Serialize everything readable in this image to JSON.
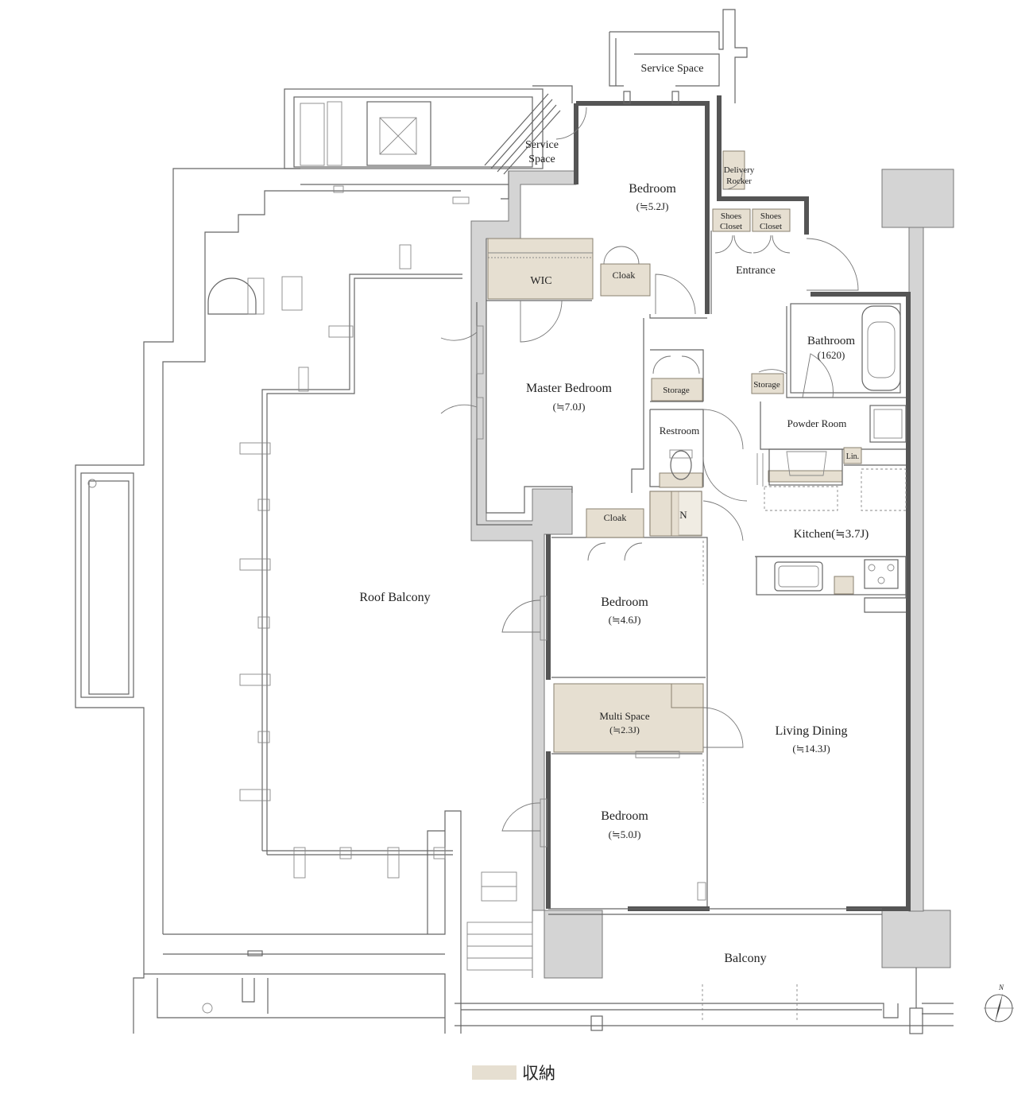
{
  "rooms": {
    "service_space_top": "Service Space",
    "service_space_left_1": "Service",
    "service_space_left_2": "Space",
    "bedroom_top": "Bedroom",
    "bedroom_top_size": "(≒5.2J)",
    "delivery_rocker_1": "Delivery",
    "delivery_rocker_2": "Rocker",
    "shoes_closet_a_1": "Shoes",
    "shoes_closet_a_2": "Closet",
    "shoes_closet_b_1": "Shoes",
    "shoes_closet_b_2": "Closet",
    "entrance": "Entrance",
    "wic": "WIC",
    "cloak_top": "Cloak",
    "bathroom": "Bathroom",
    "bathroom_size": "(1620)",
    "master_bedroom": "Master Bedroom",
    "master_bedroom_size": "(≒7.0J)",
    "storage_a": "Storage",
    "storage_b": "Storage",
    "restroom": "Restroom",
    "powder_room": "Powder Room",
    "lin": "Lin.",
    "cloak_mid": "Cloak",
    "n": "N",
    "kitchen": "Kitchen(≒3.7J)",
    "roof_balcony": "Roof Balcony",
    "bedroom_mid": "Bedroom",
    "bedroom_mid_size": "(≒4.6J)",
    "multi_space": "Multi Space",
    "multi_space_size": "(≒2.3J)",
    "living_dining": "Living Dining",
    "living_dining_size": "(≒14.3J)",
    "bedroom_low": "Bedroom",
    "bedroom_low_size": "(≒5.0J)",
    "balcony": "Balcony"
  },
  "compass": {
    "label": "N"
  },
  "legend": {
    "label": "収納"
  },
  "colors": {
    "storage": "#e6dfd1",
    "wall_gray": "#d4d4d4",
    "line": "#555555"
  }
}
